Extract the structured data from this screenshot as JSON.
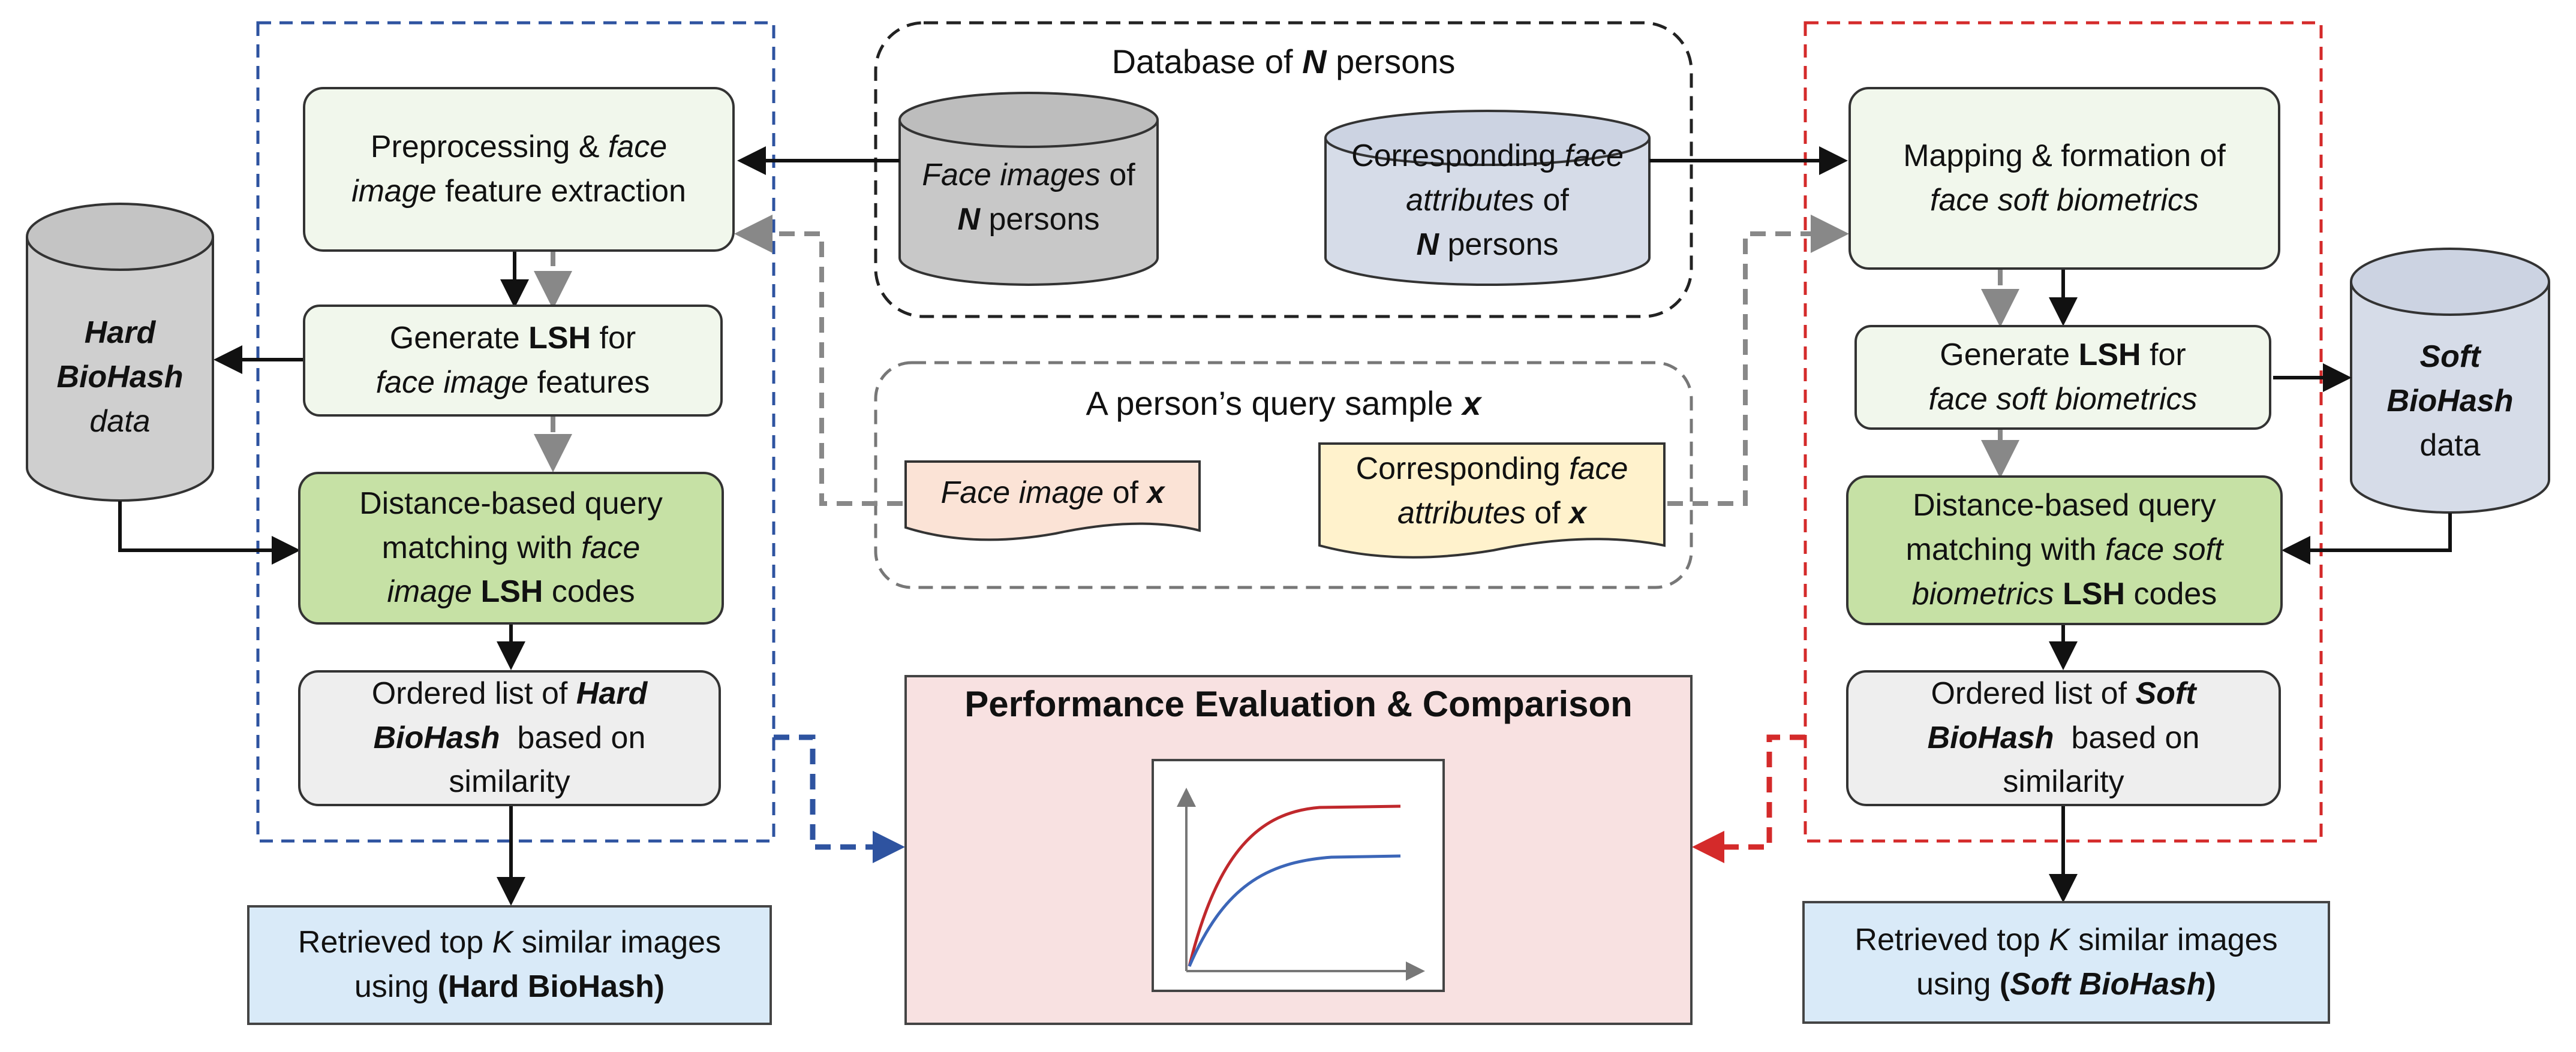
{
  "database": {
    "title_prefix": "Database of",
    "title_var": "N",
    "title_suffix": "persons",
    "face_images": {
      "l1a": "Face images",
      "l1b": "of",
      "l2a": "N",
      "l2b": "persons"
    },
    "face_attributes": {
      "l1": "Corresponding",
      "l1b": "face",
      "l2a": "attributes",
      "l2b": "of",
      "l3a": "N",
      "l3b": "persons"
    }
  },
  "query": {
    "title_prefix": "A person’s query sample",
    "title_var": "x",
    "face_image": {
      "a": "Face image",
      "b": "of",
      "c": "x"
    },
    "face_attributes": {
      "l1a": "Corresponding",
      "l1b": "face",
      "l2a": "attributes",
      "l2b": "of",
      "l2c": "x"
    }
  },
  "hard": {
    "preprocess": {
      "l1a": "Preprocessing &",
      "l1b": "face",
      "l2a": "image",
      "l2b": "feature extraction"
    },
    "generate": {
      "l1a": "Generate",
      "l1b": "LSH",
      "l1c": "for",
      "l2a": "face image",
      "l2b": "features"
    },
    "matching": {
      "l1": "Distance-based query",
      "l2a": "matching with",
      "l2b": "face",
      "l3a": "image",
      "l3b": "LSH",
      "l3c": "codes"
    },
    "ordered": {
      "l1a": "Ordered list of",
      "l1b": "Hard",
      "l2a": "BioHash",
      "l2b": "based on",
      "l3": "similarity"
    },
    "db": {
      "l1": "Hard",
      "l2": "BioHash",
      "l3": "data"
    },
    "retrieved": {
      "l1a": "Retrieved top",
      "l1b": "K",
      "l1c": "similar images",
      "l2a": "using",
      "l2b": "(Hard BioHash)"
    }
  },
  "soft": {
    "mapping": {
      "l1": "Mapping & formation of",
      "l2": "face soft biometrics"
    },
    "generate": {
      "l1a": "Generate",
      "l1b": "LSH",
      "l1c": "for",
      "l2": "face soft biometrics"
    },
    "matching": {
      "l1": "Distance-based query",
      "l2a": "matching with",
      "l2b": "face soft",
      "l3a": "biometrics",
      "l3b": "LSH",
      "l3c": "codes"
    },
    "ordered": {
      "l1a": "Ordered list of",
      "l1b": "Soft",
      "l2a": "BioHash",
      "l2b": "based on",
      "l3": "similarity"
    },
    "db": {
      "l1": "Soft",
      "l2": "BioHash",
      "l3": "data"
    },
    "retrieved": {
      "l1a": "Retrieved top",
      "l1b": "K",
      "l1c": "similar images",
      "l2a": "using",
      "l2b": "(",
      "l2c": "Soft BioHash",
      "l2d": ")"
    }
  },
  "evaluation": {
    "title": "Performance Evaluation & Comparison"
  },
  "colors": {
    "hard_frame": "#2e53a0",
    "soft_frame": "#d42a2a",
    "light_box": "#f1f7ec",
    "green_box": "#c6e1a5",
    "grey_box": "#eeeeee",
    "blue_box": "#d9eaf8",
    "pink_box": "#f8e1e1",
    "face_image_card": "#fbe3d6",
    "face_attr_card": "#fff2cc",
    "hard_db": "#cfcfcf",
    "soft_db": "#d6dce8",
    "curve_top": "#c0282c",
    "curve_bottom": "#3c66b8"
  }
}
